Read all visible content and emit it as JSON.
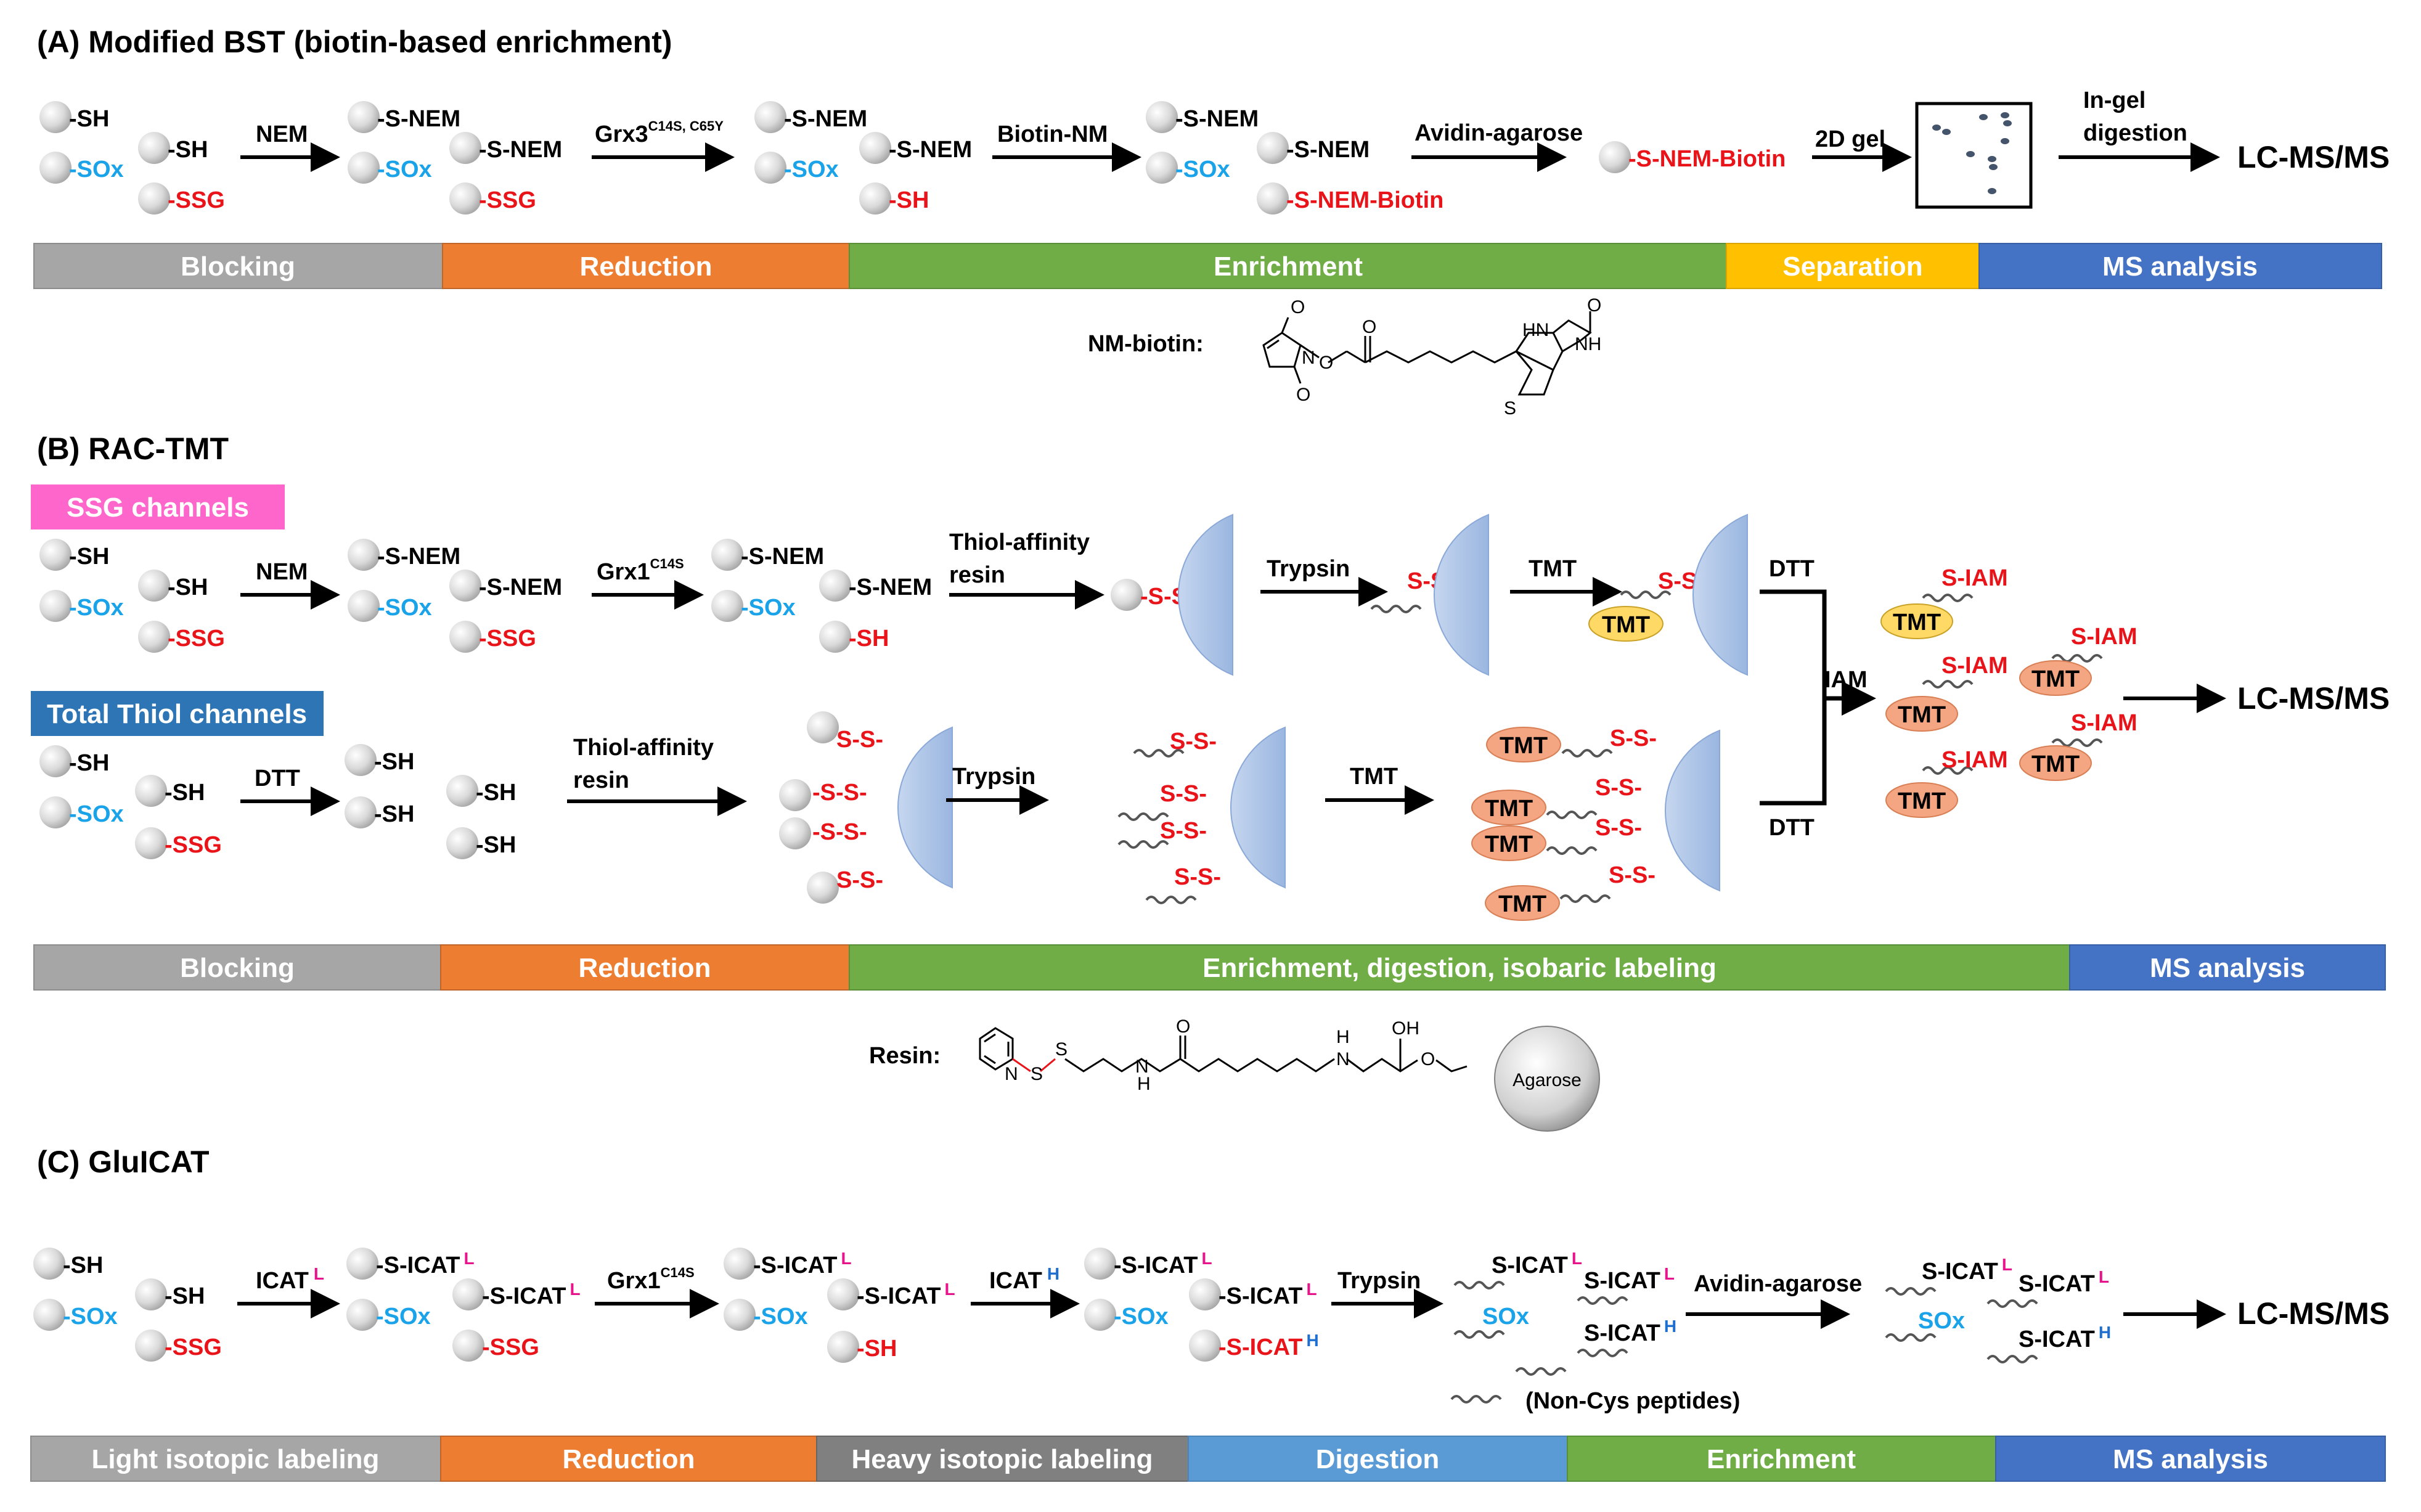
{
  "sections": {
    "a_title": "(A) Modified BST (biotin-based enrichment)",
    "b_title": "(B) RAC-TMT",
    "c_title": "(C) GluICAT"
  },
  "labels": {
    "sh": "-SH",
    "sox": "-SOx",
    "ssg": "-SSG",
    "snem": "-S-NEM",
    "snem_biotin": "-S-NEM-Biotin",
    "ss": "-S-S-",
    "ss_short": "S-S-",
    "siam": "S-IAM",
    "sicat": "-S-ICAT",
    "sicat_plain": "S-ICAT",
    "sox_plain": "SOx",
    "tmt": "TMT",
    "lcmsms": "LC-MS/MS",
    "non_cys": "(Non-Cys peptides)",
    "sup_l": "L",
    "sup_h": "H",
    "sup_c14s_c65y": "C14S, C65Y",
    "sup_c14s": "C14S"
  },
  "arrows": {
    "nem": "NEM",
    "grx3": "Grx3",
    "biotin_nm": "Biotin-NM",
    "avidin_agarose": "Avidin-agarose",
    "gel_2d": "2D gel",
    "in_gel_line1": "In-gel",
    "in_gel_line2": "digestion",
    "grx1": "Grx1",
    "thiol_line1": "Thiol-affinity",
    "thiol_line2": "resin",
    "trypsin": "Trypsin",
    "tmt": "TMT",
    "dtt": "DTT",
    "iam": "IAM",
    "icat": "ICAT"
  },
  "channels": {
    "ssg": "SSG channels",
    "total_thiol": "Total Thiol channels"
  },
  "bars": {
    "a": [
      "Blocking",
      "Reduction",
      "Enrichment",
      "Separation",
      "MS analysis"
    ],
    "b": [
      "Blocking",
      "Reduction",
      "Enrichment, digestion, isobaric labeling",
      "MS analysis"
    ],
    "c": [
      "Light isotopic labeling",
      "Reduction",
      "Heavy isotopic labeling",
      "Digestion",
      "Enrichment",
      "MS analysis"
    ]
  },
  "chem": {
    "nm_biotin_label": "NM-biotin:",
    "resin_label": "Resin:",
    "agarose": "Agarose",
    "atom_o": "O",
    "atom_n": "N",
    "atom_s": "S",
    "atom_hn": "HN",
    "atom_nh": "NH",
    "atom_h": "H",
    "atom_oh": "OH"
  },
  "colors": {
    "blocking": "#a6a6a6",
    "reduction": "#ed7d31",
    "enrichment": "#70ad47",
    "separation": "#ffc000",
    "ms_analysis": "#4472c4",
    "heavy_labeling": "#808080",
    "digestion": "#5b9bd5",
    "ssg_channel": "#ff66cc",
    "total_channel": "#2e75b6",
    "resin_bead": "#a9c4e8",
    "tmt_orange": "#f4a582",
    "tmt_yellow": "#ffd966",
    "red_label": "#e8141a",
    "blue_label": "#1aa3e8"
  }
}
